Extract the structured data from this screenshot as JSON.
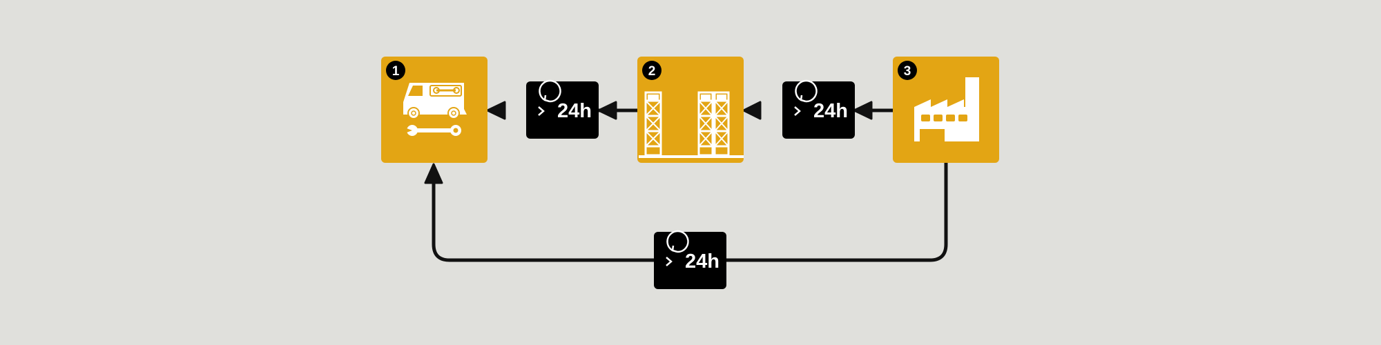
{
  "colors": {
    "background": "#e0e0dc",
    "node_fill": "#e3a514",
    "badge_fill": "#000000",
    "line": "#111111",
    "icon": "#ffffff"
  },
  "nodes": [
    {
      "number": "1",
      "icon": "service-van-wrench-icon"
    },
    {
      "number": "2",
      "icon": "warehouse-racks-icon"
    },
    {
      "number": "3",
      "icon": "factory-icon"
    }
  ],
  "transfers": [
    {
      "label": "24h",
      "icon": "refresh-clock-icon",
      "from": "2",
      "to": "1"
    },
    {
      "label": "24h",
      "icon": "refresh-clock-icon",
      "from": "3",
      "to": "2"
    },
    {
      "label": "24h",
      "icon": "refresh-clock-icon",
      "from": "3",
      "to": "1"
    }
  ]
}
